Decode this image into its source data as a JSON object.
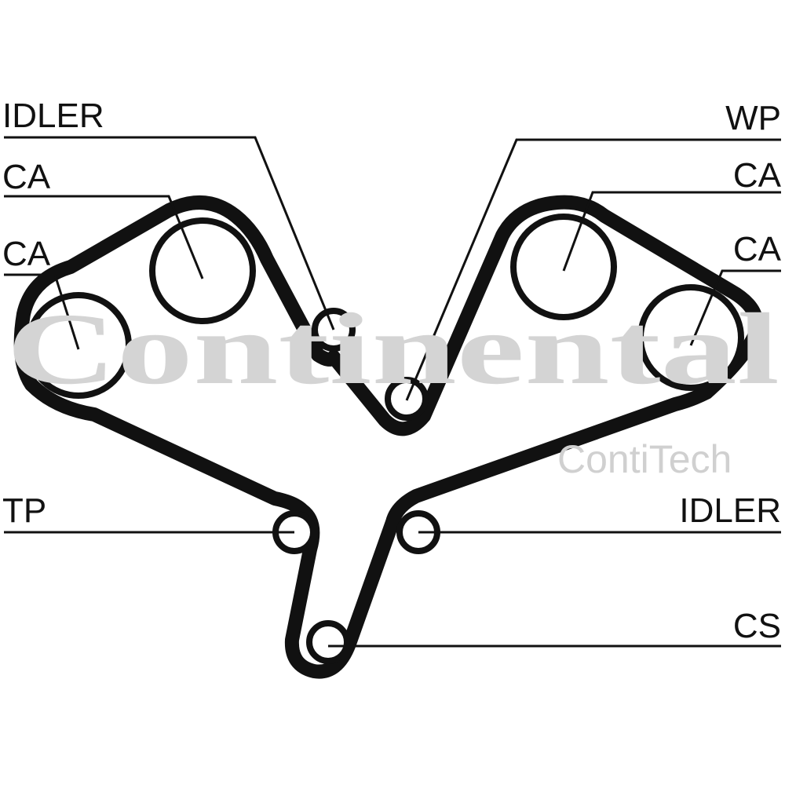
{
  "watermarks": {
    "brand": "Continental",
    "sub_brand": "ContiTech"
  },
  "labels": {
    "idler_top": "IDLER",
    "ca_left_top": "CA",
    "ca_left": "CA",
    "wp": "WP",
    "ca_right_top": "CA",
    "ca_right": "CA",
    "tp": "TP",
    "idler_bottom": "IDLER",
    "cs": "CS"
  },
  "colors": {
    "belt": "#111111",
    "watermark": "#d4d4d4"
  }
}
